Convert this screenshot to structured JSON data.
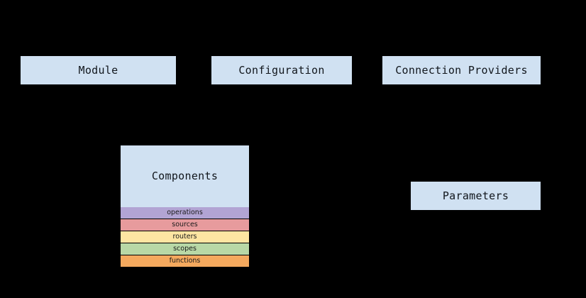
{
  "diagram": {
    "background_color": "#000000",
    "node_fill_color": "#d0e1f2",
    "node_text_color": "#11161c",
    "nodes": [
      {
        "id": "module",
        "label": "Module"
      },
      {
        "id": "configuration",
        "label": "Configuration"
      },
      {
        "id": "connection_providers",
        "label": "Connection Providers"
      },
      {
        "id": "parameters",
        "label": "Parameters"
      }
    ],
    "components": {
      "title": "Components",
      "rows": [
        {
          "label": "operations",
          "color": "#b2a4d4"
        },
        {
          "label": "sources",
          "color": "#e79b9d"
        },
        {
          "label": "routers",
          "color": "#fde5a2"
        },
        {
          "label": "scopes",
          "color": "#b8d8a6"
        },
        {
          "label": "functions",
          "color": "#f4a95e"
        }
      ]
    }
  }
}
